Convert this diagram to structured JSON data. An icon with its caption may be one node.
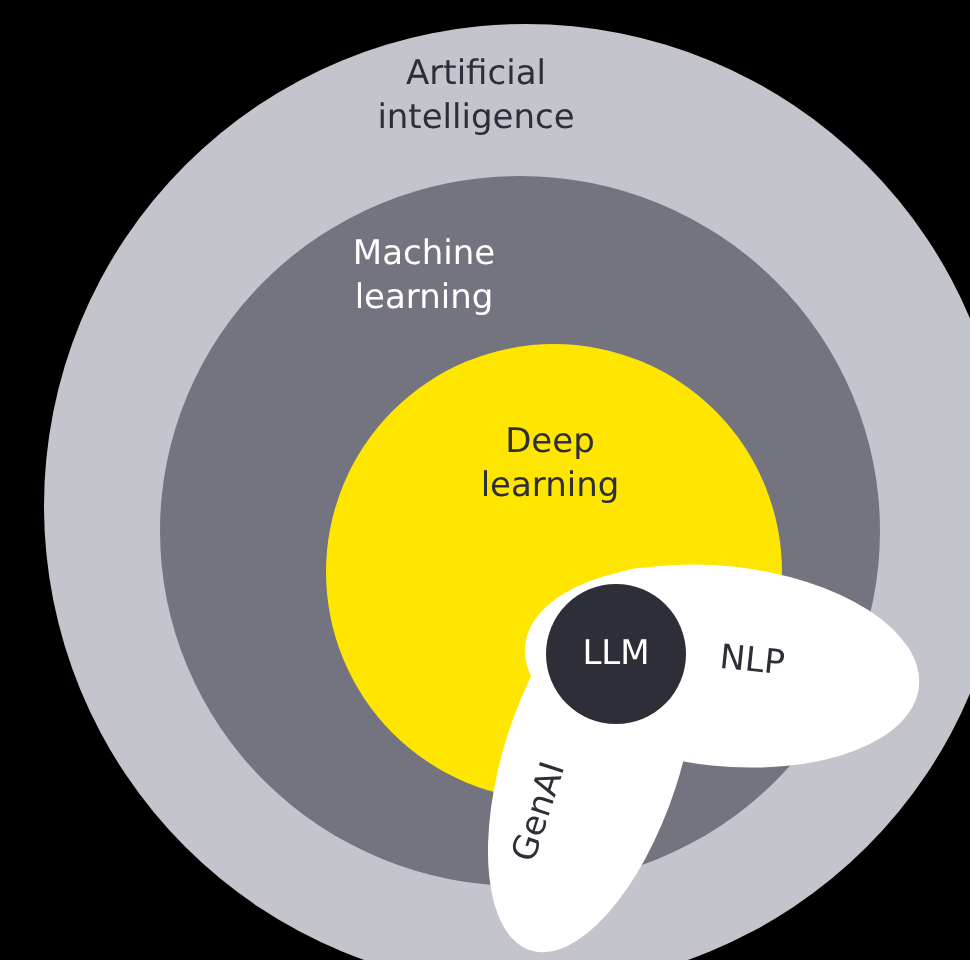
{
  "diagram": {
    "nodes": [
      {
        "text": [
          "Artificial intelligence"
        ]
      },
      {
        "text": [
          "Machine learning"
        ],
        "in": 0
      },
      {
        "text": [
          "Deep learning"
        ],
        "in": 1
      },
      {
        "text": [
          "LLM"
        ]
      },
      {
        "text": [
          "NLP"
        ],
        "in": 0
      },
      {
        "text": [
          "GenAI"
        ],
        "in": 0
      }
    ]
  }
}
